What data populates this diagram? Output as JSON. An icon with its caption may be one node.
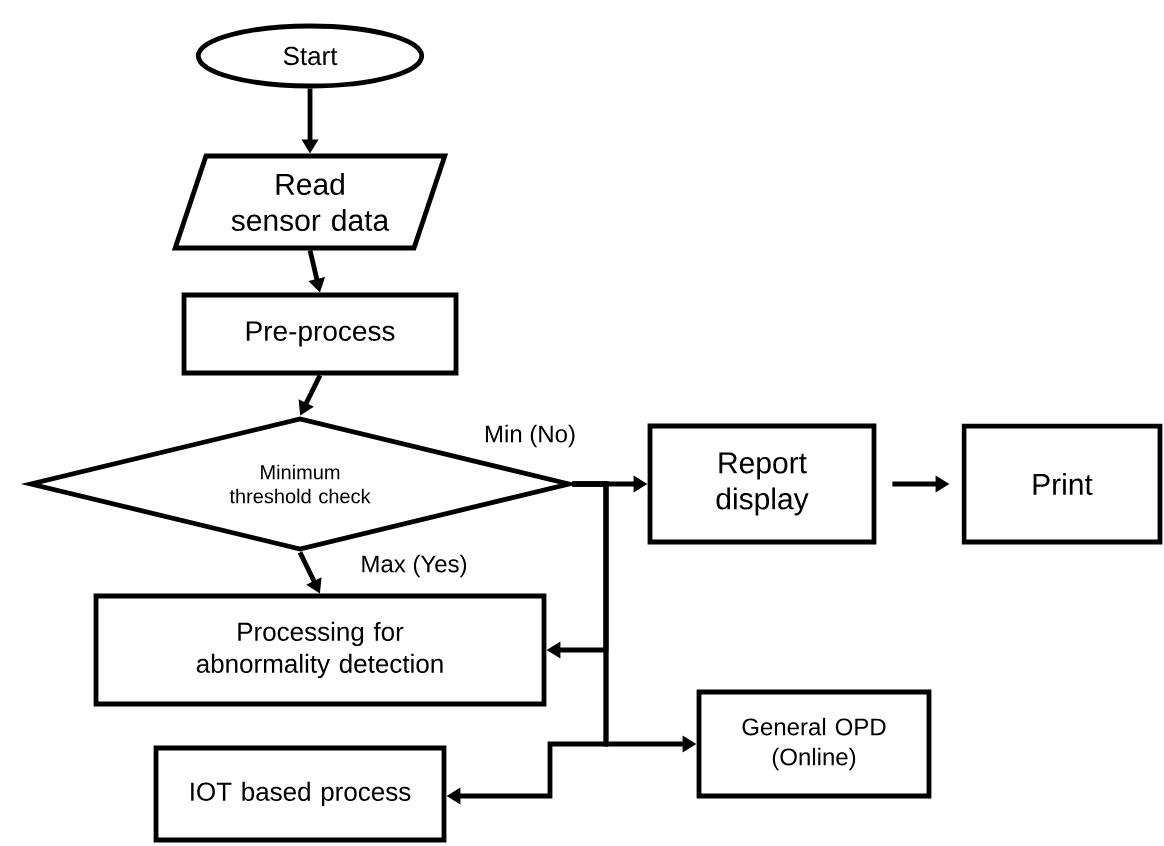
{
  "diagram": {
    "nodes": [
      {
        "text": [
          "Start"
        ]
      },
      {
        "text": [
          "Read sensor data"
        ]
      },
      {
        "text": [
          "Pre-process"
        ]
      },
      {
        "text": [
          "Minimum threshold check"
        ]
      },
      {
        "text": [
          "Processing for abnormality detection"
        ]
      },
      {
        "text": [
          "IOT based process"
        ]
      },
      {
        "text": [
          "Report display"
        ]
      },
      {
        "text": [
          "Print"
        ]
      },
      {
        "text": [
          "General OPD (Online)"
        ]
      }
    ],
    "edges": [
      {
        "from": 0,
        "to": 1,
        "arrow": "to"
      },
      {
        "from": 1,
        "to": 2,
        "arrow": "to"
      },
      {
        "from": 2,
        "to": 3,
        "arrow": "to"
      },
      {
        "from": 3,
        "to": 4,
        "arrow": "to",
        "label": "Max (Yes)"
      },
      {
        "from": 3,
        "to": 6,
        "arrow": "to",
        "label": "Min (No)"
      },
      {
        "from": 6,
        "to": 7,
        "arrow": "to"
      },
      {
        "from": 3,
        "to": 4,
        "arrow": "to"
      },
      {
        "from": 3,
        "to": 8,
        "arrow": "to"
      },
      {
        "from": 3,
        "to": 5,
        "arrow": "to"
      }
    ]
  }
}
